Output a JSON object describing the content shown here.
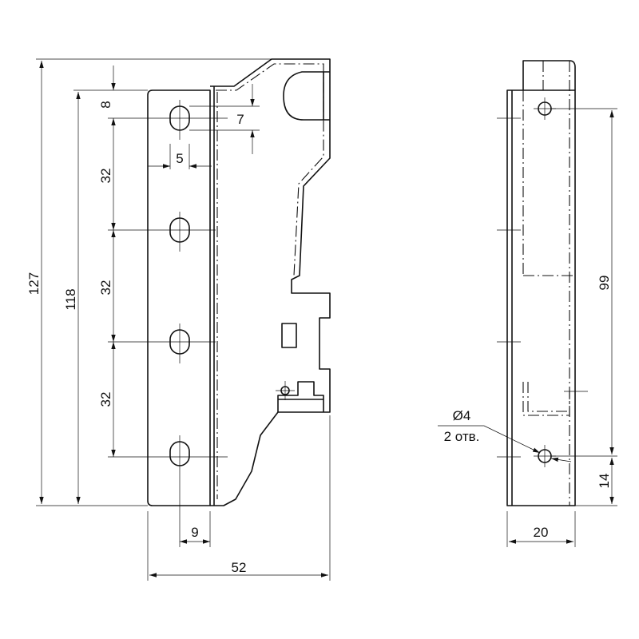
{
  "drawing": {
    "dimensions": {
      "total_height": "127",
      "slot_span": "118",
      "top_offset": "8",
      "slot_depth": "7",
      "slot_width": "5",
      "pitch_1": "32",
      "pitch_2": "32",
      "pitch_3": "32",
      "slot_edge_distance": "9",
      "total_width": "52",
      "hole_spacing": "99",
      "bottom_hole_height": "14",
      "side_width": "20"
    },
    "hole_note": {
      "diameter": "Ø4",
      "count": "2 отв."
    }
  }
}
